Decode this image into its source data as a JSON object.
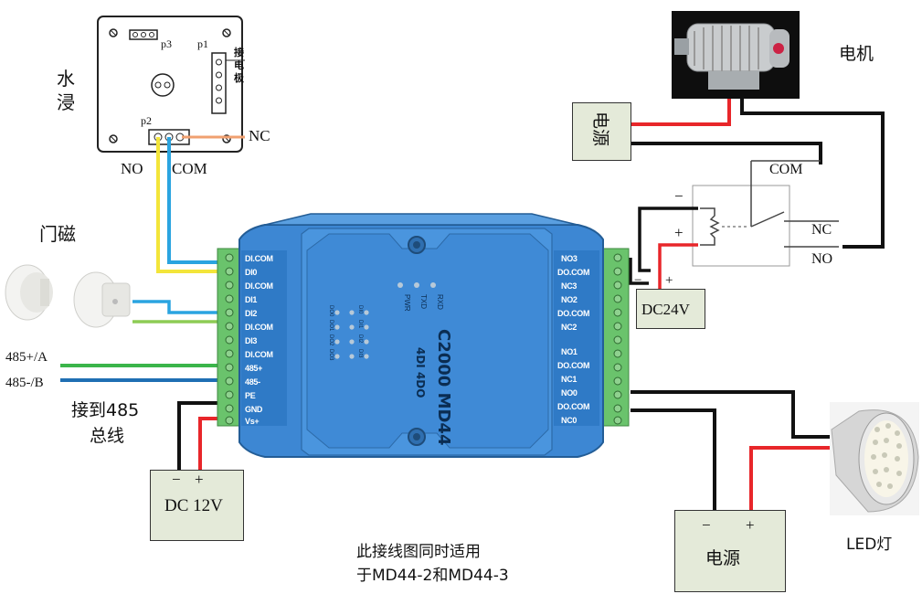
{
  "sensor": {
    "title_line1": "水",
    "title_line2": "浸",
    "p3": "p3",
    "p1": "p1",
    "p2": "p2",
    "p1_note_1": "接",
    "p1_note_2": "电",
    "p1_note_3": "极",
    "nc": "NC",
    "no": "NO",
    "com": "COM"
  },
  "door": {
    "label": "门磁"
  },
  "bus": {
    "a": "485+/A",
    "b": "485-/B",
    "caption_line1": "接到485",
    "caption_line2": "总线"
  },
  "psu12": {
    "minus": "−",
    "plus": "+",
    "label": "DC  12V"
  },
  "module": {
    "name": "C2000 MD44",
    "io": "4DI 4DO",
    "led_rxd": "RXD",
    "led_txd": "TXD",
    "led_pwr": "PWR",
    "di_leds": [
      "DI0",
      "DI1",
      "DI2",
      "DI3"
    ],
    "do_leds": [
      "DO0",
      "DO1",
      "DO2",
      "DO3"
    ],
    "left_terminals": [
      "DI.COM",
      "DI0",
      "DI.COM",
      "DI1",
      "DI2",
      "DI.COM",
      "DI3",
      "DI.COM",
      "485+",
      "485-",
      "PE",
      "GND",
      "Vs+"
    ],
    "right_terminals": [
      "NO3",
      "DO.COM",
      "NC3",
      "NO2",
      "DO.COM",
      "NC2",
      "",
      "NO1",
      "DO.COM",
      "NC1",
      "NO0",
      "DO.COM",
      "NC0"
    ]
  },
  "motor": {
    "label": "电机"
  },
  "psu_motor": {
    "label": "电源"
  },
  "relay": {
    "minus": "−",
    "plus": "+",
    "com": "COM",
    "nc": "NC",
    "no": "NO"
  },
  "dc24": {
    "minus": "−",
    "plus": "+",
    "label": "DC24V"
  },
  "psu_led": {
    "minus": "−",
    "plus": "+",
    "label": "电源"
  },
  "led_lamp": {
    "label": "LED灯"
  },
  "note": {
    "line1": "此接线图同时适用",
    "line2": "于MD44-2和MD44-3"
  }
}
